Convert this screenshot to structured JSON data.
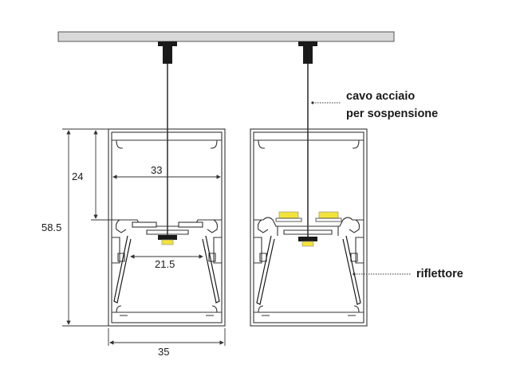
{
  "diagram": {
    "dimensions": {
      "total_height": "58.5",
      "upper_height": "24",
      "inner_width": "33",
      "optic_width": "21.5",
      "outer_width": "35"
    },
    "annotations": {
      "cable_line1": "cavo acciaio",
      "cable_line2": "per sospensione",
      "reflector": "riflettore"
    },
    "colors": {
      "ceiling": "#d9d9d9",
      "profile_stroke": "#333333",
      "led": "#f2e33a",
      "line": "#1a1a1a"
    },
    "icons": [
      "ceiling-track",
      "suspension-clamp-icon",
      "steel-cable",
      "aluminium-profile",
      "led-module-icon",
      "reflector"
    ]
  }
}
